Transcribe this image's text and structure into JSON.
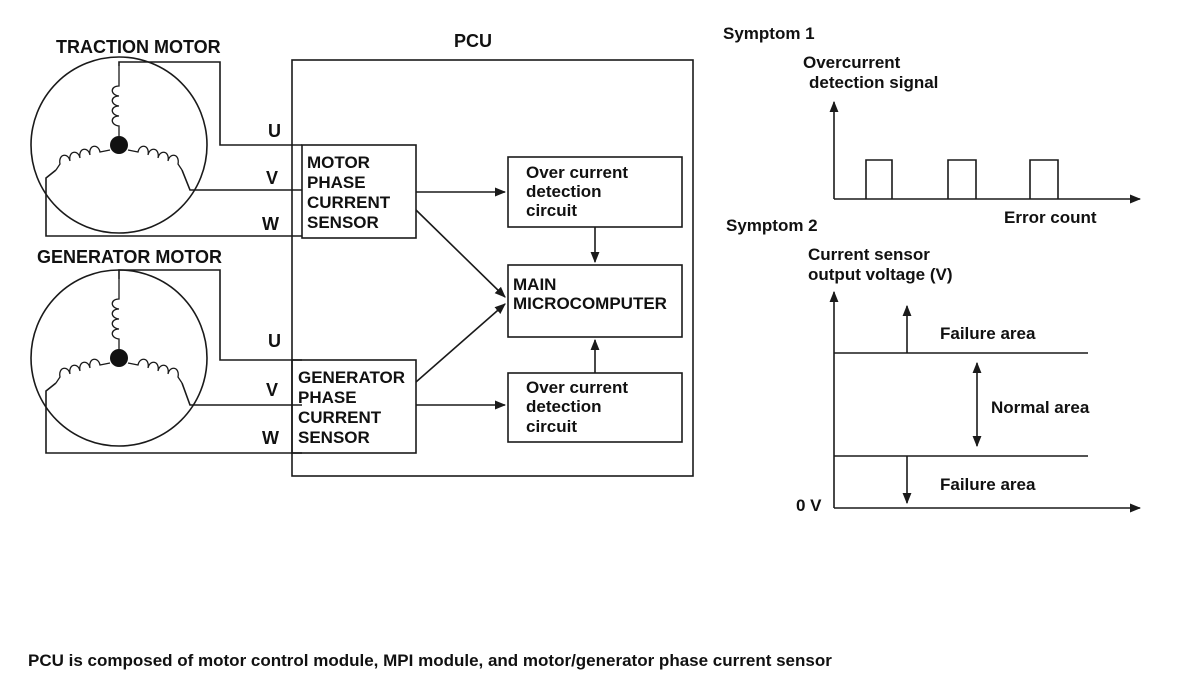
{
  "traction_motor": {
    "title": "TRACTION MOTOR",
    "u": "U",
    "v": "V",
    "w": "W"
  },
  "generator_motor": {
    "title": "GENERATOR MOTOR",
    "u": "U",
    "v": "V",
    "w": "W"
  },
  "pcu": {
    "title": "PCU",
    "motor_sensor": [
      "MOTOR",
      "PHASE",
      "CURRENT",
      "SENSOR"
    ],
    "generator_sensor": [
      "GENERATOR",
      "PHASE",
      "CURRENT",
      "SENSOR"
    ],
    "overcurrent_top": [
      "Over current",
      "detection",
      "circuit"
    ],
    "overcurrent_bottom": [
      "Over current",
      "detection",
      "circuit"
    ],
    "main": [
      "MAIN",
      "MICROCOMPUTER"
    ]
  },
  "symptom1": {
    "title": "Symptom 1",
    "ylabel": [
      "Overcurrent",
      "detection signal"
    ],
    "xlabel": "Error count"
  },
  "symptom2": {
    "title": "Symptom 2",
    "ylabel": [
      "Current sensor",
      "output voltage (V)"
    ],
    "failure_upper": "Failure area",
    "normal": "Normal area",
    "failure_lower": "Failure area",
    "zero": "0 V"
  },
  "caption": "PCU is composed of motor control module, MPI module, and motor/generator phase current sensor"
}
